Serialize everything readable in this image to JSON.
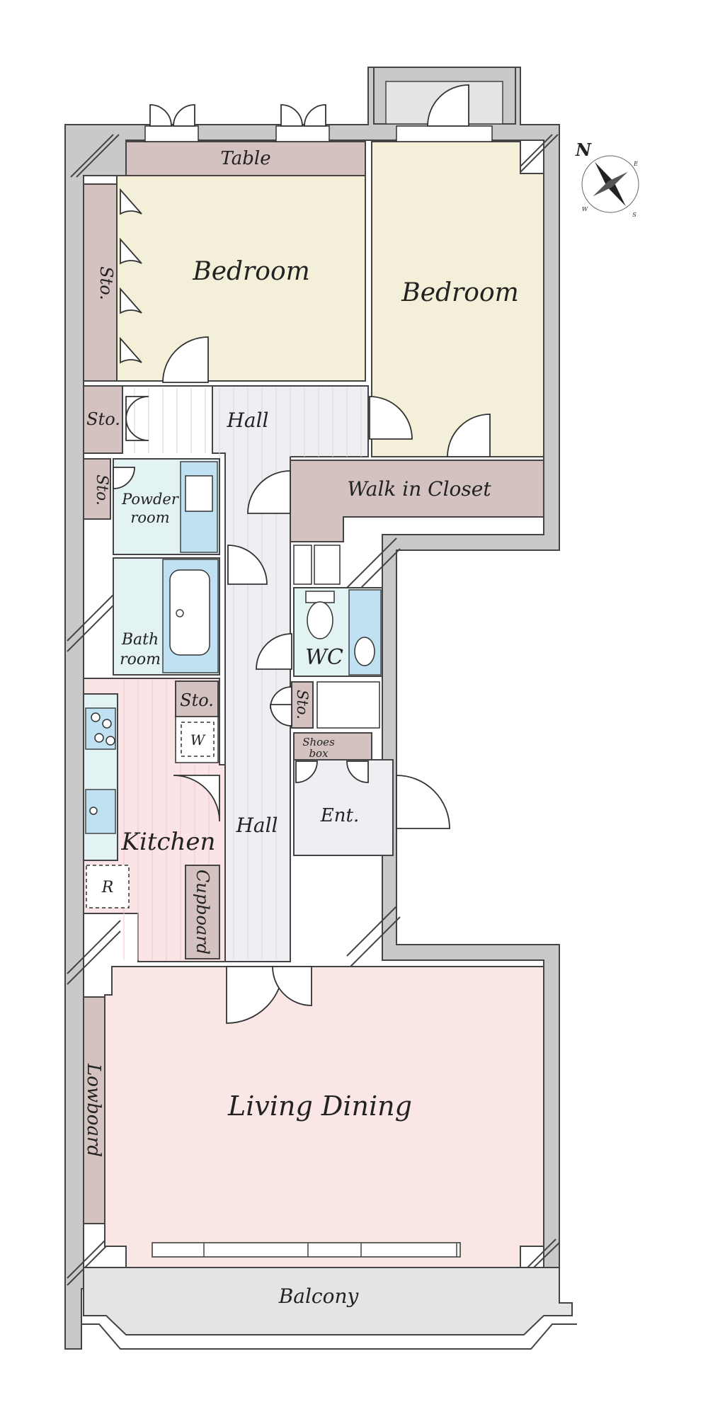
{
  "rooms": {
    "table": "Table",
    "bedroom_left": "Bedroom",
    "bedroom_right": "Bedroom",
    "sto_bedroom": "Sto.",
    "sto_hall": "Sto.",
    "sto_powder": "Sto.",
    "hall_upper": "Hall",
    "walk_in_closet": "Walk in Closet",
    "powder_room_line1": "Powder",
    "powder_room_line2": "room",
    "bathroom_line1": "Bath",
    "bathroom_line2": "room",
    "wc": "WC",
    "sto_kitchen": "Sto.",
    "washer": "W",
    "sto_wc": "Sto.",
    "shoes_box_line1": "Shoes",
    "shoes_box_line2": "box",
    "entrance": "Ent.",
    "hall_lower": "Hall",
    "kitchen": "Kitchen",
    "refrigerator": "R",
    "cupboard": "Cupboard",
    "lowboard": "Lowboard",
    "living_dining": "Living Dining",
    "balcony": "Balcony"
  },
  "compass": {
    "north": "N",
    "east": "E",
    "south": "S",
    "west": "W"
  },
  "colors": {
    "bedroom_fill": "#f3efd8",
    "storage_fill": "#d3c2c0",
    "hall_fill": "#efeff3",
    "wet_fill": "#e3f3f3",
    "blue_fill": "#bfe1f1",
    "kitchen_fill": "#fbe4e6",
    "living_fill": "#fbe6e6",
    "wall_fill": "#c9c9c9",
    "balcony_fill": "#e4e4e4"
  }
}
